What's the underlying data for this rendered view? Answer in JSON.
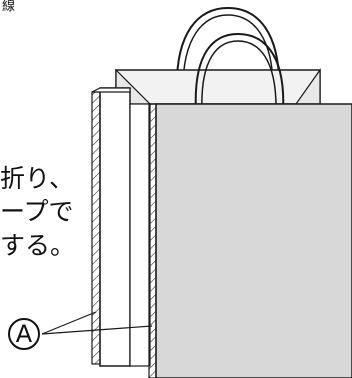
{
  "labels": {
    "top_fragment": "線",
    "line1": "折り、",
    "line2": "ープで",
    "line3": "する。",
    "marker": "A"
  },
  "colors": {
    "stroke": "#1a1a1a",
    "front_face": "#d8d8d8",
    "back_panel": "#f2f2f2",
    "inner": "#ffffff"
  }
}
